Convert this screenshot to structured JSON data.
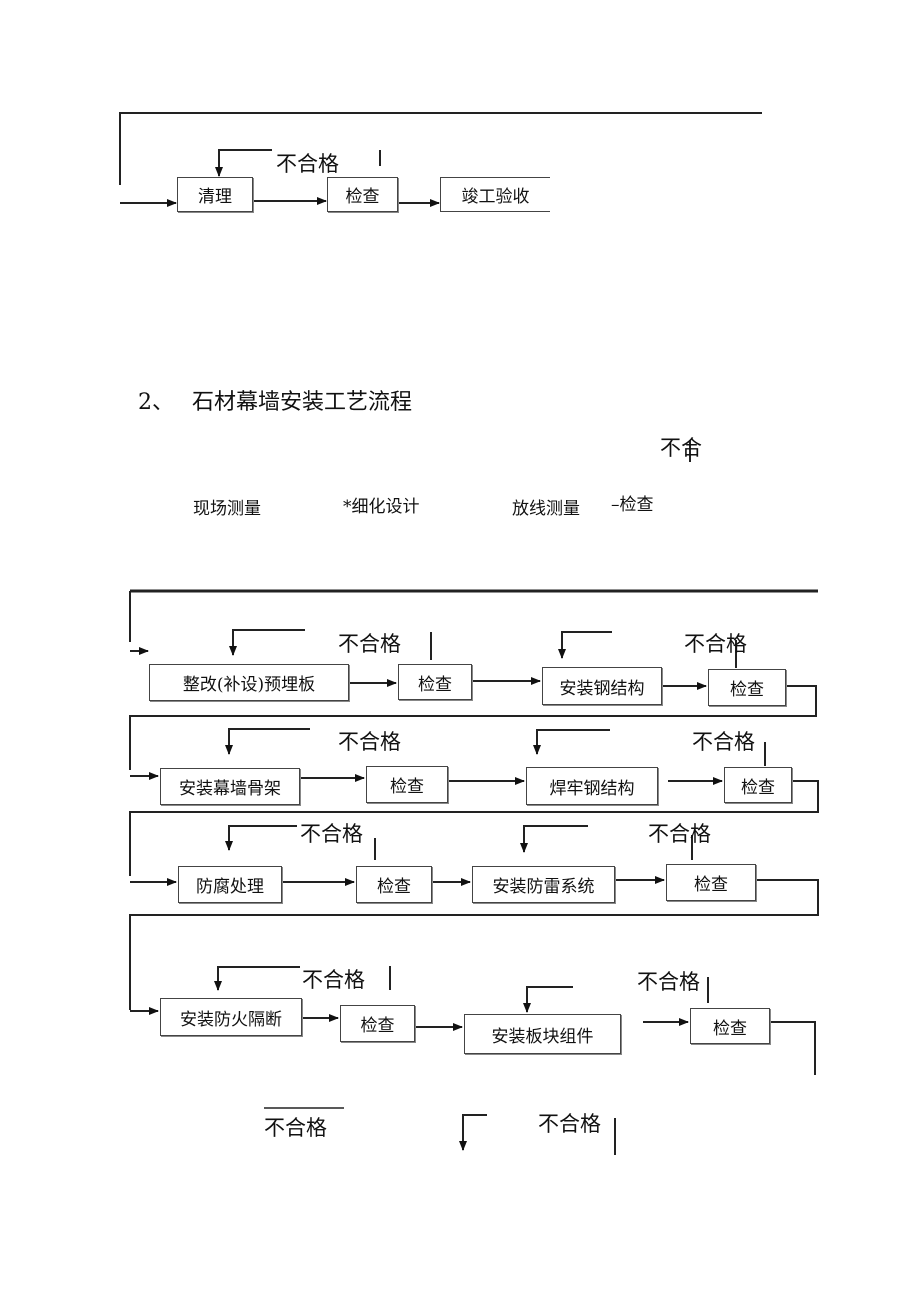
{
  "top_flow": {
    "reject": "不合格",
    "steps": [
      "清理",
      "检查",
      "竣工验收"
    ]
  },
  "section2": {
    "number": "2、",
    "title": "石材幕墙安装工艺流程"
  },
  "pre_flow": {
    "reject_partial": "不合",
    "steps": [
      "现场测量",
      "*细化设计",
      "放线测量",
      "–检查"
    ]
  },
  "row1": {
    "steps": [
      "整改(补设)预埋板",
      "检查",
      "安装钢结构",
      "检查"
    ],
    "rejects": [
      "不合格",
      "不合格"
    ]
  },
  "row2": {
    "steps": [
      "安装幕墙骨架",
      "检查",
      "焊牢钢结构",
      "检查"
    ],
    "rejects": [
      "不合格",
      "不合格"
    ]
  },
  "row3": {
    "steps": [
      "防腐处理",
      "检查",
      "安装防雷系统",
      "检查"
    ],
    "rejects": [
      "不合格",
      "不合格"
    ]
  },
  "row4": {
    "steps": [
      "安装防火隔断",
      "检查",
      "安装板块组件",
      "检查"
    ],
    "rejects": [
      "不合格",
      "不合格"
    ]
  },
  "bottom": {
    "rejects": [
      "不合格",
      "不合格"
    ]
  }
}
